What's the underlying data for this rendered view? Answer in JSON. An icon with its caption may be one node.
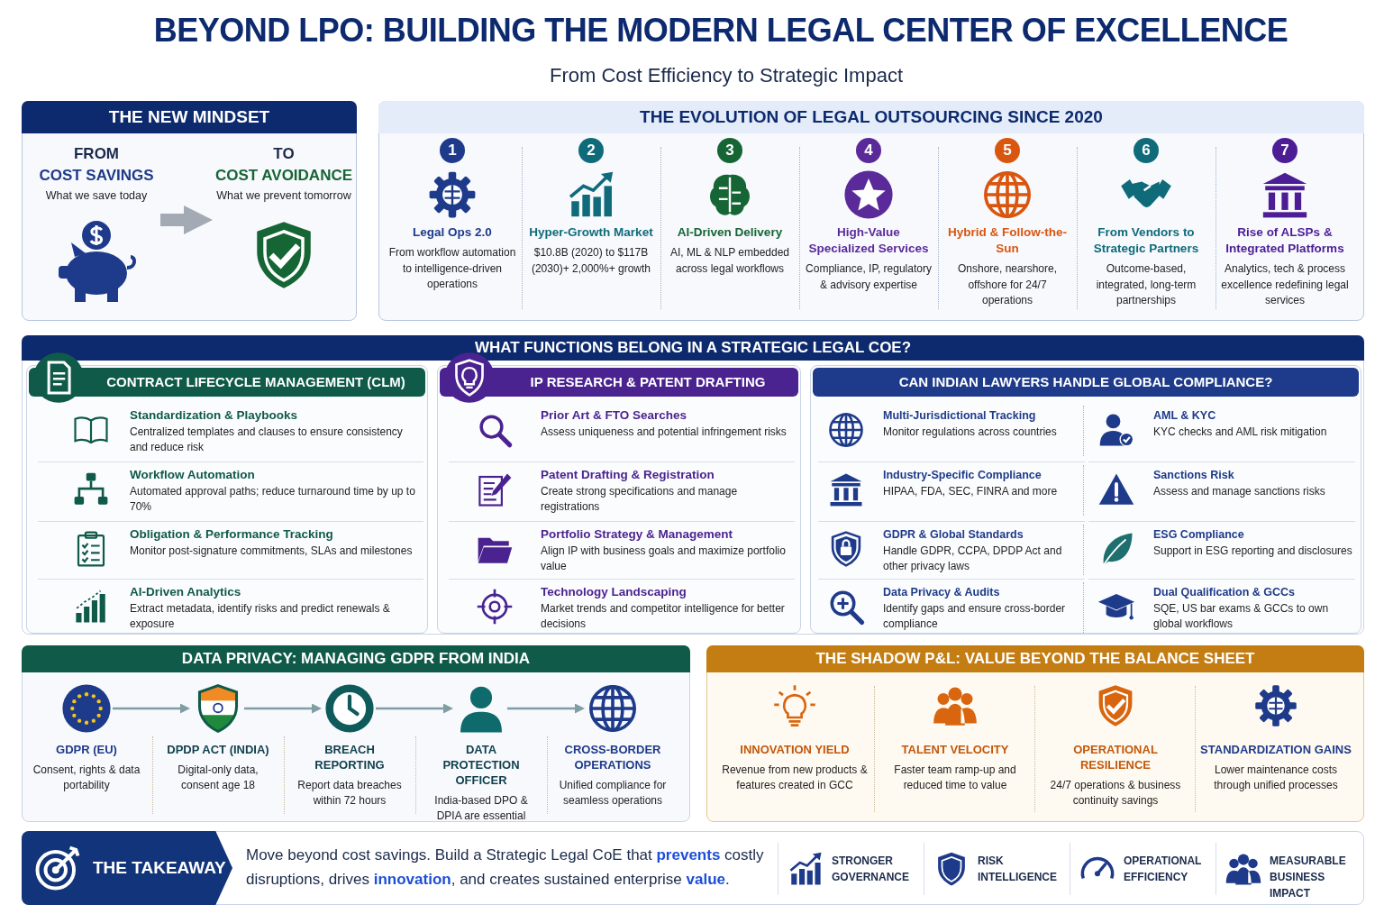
{
  "diagram": {
    "title": "BEYOND LPO: BUILDING THE MODERN LEGAL CENTER OF EXCELLENCE",
    "nodes": [
      {
        "text": [
          "THE NEW MINDSET"
        ]
      },
      {
        "text": [
          "FROM",
          "COST SAVINGS",
          "What we save today"
        ],
        "in": 0
      },
      {
        "text": [
          "TO",
          "COST AVOIDANCE",
          "What we prevent tomorrow"
        ],
        "in": 0
      },
      {
        "text": [
          "THE EVOLUTION OF LEGAL OUTSOURCING SINCE 2020"
        ]
      },
      {
        "text": [
          "1",
          "Legal Ops 2.0",
          "From workflow automation to intelligence-driven operations"
        ],
        "in": 3
      },
      {
        "text": [
          "2",
          "Hyper-Growth Market",
          "$10.8B (2020) to $117B (2030)+ 2,000%+ growth"
        ],
        "in": 3
      },
      {
        "text": [
          "3",
          "AI-Driven Delivery",
          "AI, ML & NLP embedded across legal workflows"
        ],
        "in": 3
      },
      {
        "text": [
          "4",
          "High-Value Specialized Services",
          "Compliance, IP, regulatory & advisory expertise"
        ],
        "in": 3
      },
      {
        "text": [
          "5",
          "Hybrid & Follow-the-Sun",
          "Onshore, nearshore, offshore for 24/7 operations"
        ],
        "in": 3
      },
      {
        "text": [
          "6",
          "From Vendors to Strategic Partners",
          "Outcome-based, integrated, long-term partnerships"
        ],
        "in": 3
      },
      {
        "text": [
          "7",
          "Rise of ALSPs & Integrated Platforms",
          "Analytics, tech & process excellence redefining legal services"
        ],
        "in": 3
      },
      {
        "text": [
          "WHAT FUNCTIONS BELONG IN A STRATEGIC LEGAL COE?"
        ]
      },
      {
        "text": [
          "CONTRACT LIFECYCLE MANAGEMENT (CLM)"
        ],
        "in": 11
      },
      {
        "text": [
          "Standardization & Playbooks",
          "Centralized templates and clauses to ensure consistency and reduce risk"
        ],
        "in": 12
      },
      {
        "text": [
          "Workflow Automation",
          "Automated approval paths; reduce turnaround time by up to 70%"
        ],
        "in": 12
      },
      {
        "text": [
          "Obligation & Performance Tracking",
          "Monitor post-signature commitments, SLAs and milestones"
        ],
        "in": 12
      },
      {
        "text": [
          "AI-Driven Analytics",
          "Extract metadata, identify risks and predict renewals & exposure"
        ],
        "in": 12
      },
      {
        "text": [
          "IP RESEARCH & PATENT DRAFTING"
        ],
        "in": 11
      },
      {
        "text": [
          "Prior Art & FTO Searches",
          "Assess uniqueness and potential infringement risks"
        ],
        "in": 17
      },
      {
        "text": [
          "Patent Drafting & Registration",
          "Create strong specifications and manage registrations"
        ],
        "in": 17
      },
      {
        "text": [
          "Portfolio Strategy & Management",
          "Align IP with business goals and maximize portfolio value"
        ],
        "in": 17
      },
      {
        "text": [
          "Technology Landscaping",
          "Market trends and competitor intelligence for better decisions"
        ],
        "in": 17
      },
      {
        "text": [
          "CAN INDIAN LAWYERS HANDLE GLOBAL COMPLIANCE?"
        ],
        "in": 11
      },
      {
        "text": [
          "Multi-Jurisdictional Tracking",
          "Monitor regulations across countries"
        ],
        "in": 22
      },
      {
        "text": [
          "AML & KYC",
          "KYC checks and AML risk mitigation"
        ],
        "in": 22
      },
      {
        "text": [
          "Industry-Specific Compliance",
          "HIPAA, FDA, SEC, FINRA and more"
        ],
        "in": 22
      },
      {
        "text": [
          "Sanctions Risk",
          "Assess and manage sanctions risks"
        ],
        "in": 22
      },
      {
        "text": [
          "GDPR & Global Standards",
          "Handle GDPR, CCPA, DPDP Act and other privacy laws"
        ],
        "in": 22
      },
      {
        "text": [
          "ESG Compliance",
          "Support in ESG reporting and disclosures"
        ],
        "in": 22
      },
      {
        "text": [
          "Data Privacy & Audits",
          "Identify gaps and ensure cross-border compliance"
        ],
        "in": 22
      },
      {
        "text": [
          "Dual Qualification & GCCs",
          "SQE, US bar exams & GCCs to own global workflows"
        ],
        "in": 22
      },
      {
        "text": [
          "DATA PRIVACY: MANAGING GDPR FROM INDIA"
        ]
      },
      {
        "text": [
          "GDPR (EU)",
          "Consent, rights & data portability"
        ],
        "in": 31
      },
      {
        "text": [
          "DPDP ACT (INDIA)",
          "Digital-only data, consent age 18"
        ],
        "in": 31
      },
      {
        "text": [
          "BREACH REPORTING",
          "Report data breaches within 72 hours"
        ],
        "in": 31
      },
      {
        "text": [
          "DATA PROTECTION OFFICER",
          "India-based DPO & DPIA are essential"
        ],
        "in": 31
      },
      {
        "text": [
          "CROSS-BORDER OPERATIONS",
          "Unified compliance for seamless operations"
        ],
        "in": 31
      },
      {
        "text": [
          "THE SHADOW P&L: VALUE BEYOND THE BALANCE SHEET"
        ]
      },
      {
        "text": [
          "INNOVATION YIELD",
          "Revenue from new products & features created in GCC"
        ],
        "in": 37
      },
      {
        "text": [
          "TALENT VELOCITY",
          "Faster team ramp-up and reduced time to value"
        ],
        "in": 37
      },
      {
        "text": [
          "OPERATIONAL RESILIENCE",
          "24/7 operations & business continuity savings"
        ],
        "in": 37
      },
      {
        "text": [
          "STANDARDIZATION GAINS",
          "Lower maintenance costs through unified processes"
        ],
        "in": 37
      },
      {
        "text": [
          "THE TAKEAWAY",
          "Move beyond cost savings. Build a Strategic Legal CoE that **prevents** costly disruptions, drives **innovation**, and creates sustained enterprise **value**."
        ]
      },
      {
        "text": [
          "STRONGER GOVERNANCE"
        ],
        "in": 42
      },
      {
        "text": [
          "RISK INTELLIGENCE"
        ],
        "in": 42
      },
      {
        "text": [
          "OPERATIONAL EFFICIENCY"
        ],
        "in": 42
      },
      {
        "text": [
          "MEASURABLE BUSINESS IMPACT"
        ],
        "in": 42
      }
    ],
    "edges": [
      {
        "from": 1,
        "to": 2,
        "arrow": "to",
        "style": "thick",
        "color": "#a3aab4"
      },
      {
        "from": 32,
        "to": 33,
        "arrow": "to"
      },
      {
        "from": 33,
        "to": 34,
        "arrow": "to"
      },
      {
        "from": 34,
        "to": 35,
        "arrow": "to"
      },
      {
        "from": 35,
        "to": 36,
        "arrow": "to"
      }
    ],
    "labels": [
      "From Cost Efficiency to Strategic Impact"
    ]
  }
}
